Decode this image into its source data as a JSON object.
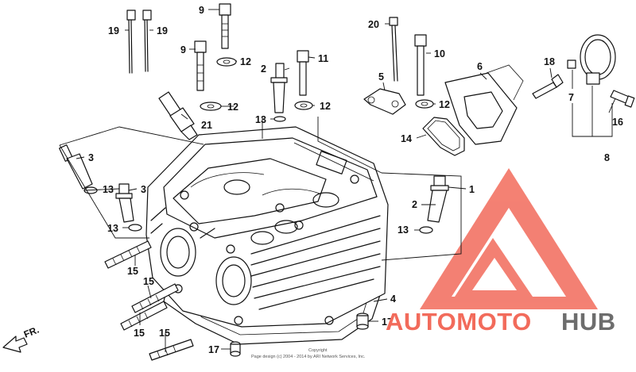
{
  "callouts": [
    {
      "id": "p19a",
      "label": "19"
    },
    {
      "id": "p19b",
      "label": "19"
    },
    {
      "id": "p9a",
      "label": "9"
    },
    {
      "id": "p9b",
      "label": "9"
    },
    {
      "id": "p20",
      "label": "20"
    },
    {
      "id": "p10",
      "label": "10"
    },
    {
      "id": "p12a",
      "label": "12"
    },
    {
      "id": "p2a",
      "label": "2"
    },
    {
      "id": "p11",
      "label": "11"
    },
    {
      "id": "p5",
      "label": "5"
    },
    {
      "id": "p6",
      "label": "6"
    },
    {
      "id": "p18",
      "label": "18"
    },
    {
      "id": "p7",
      "label": "7"
    },
    {
      "id": "p12b",
      "label": "12"
    },
    {
      "id": "p12c",
      "label": "12"
    },
    {
      "id": "p12d",
      "label": "12"
    },
    {
      "id": "p21",
      "label": "21"
    },
    {
      "id": "p13a",
      "label": "13"
    },
    {
      "id": "p14",
      "label": "14"
    },
    {
      "id": "p16",
      "label": "16"
    },
    {
      "id": "p8",
      "label": "8"
    },
    {
      "id": "p3a",
      "label": "3"
    },
    {
      "id": "p13b",
      "label": "13"
    },
    {
      "id": "p3b",
      "label": "3"
    },
    {
      "id": "p1",
      "label": "1"
    },
    {
      "id": "p2b",
      "label": "2"
    },
    {
      "id": "p13c",
      "label": "13"
    },
    {
      "id": "p13d",
      "label": "13"
    },
    {
      "id": "p15a",
      "label": "15"
    },
    {
      "id": "p15b",
      "label": "15"
    },
    {
      "id": "p15c",
      "label": "15"
    },
    {
      "id": "p15d",
      "label": "15"
    },
    {
      "id": "p4",
      "label": "4"
    },
    {
      "id": "p17a",
      "label": "17"
    },
    {
      "id": "p17b",
      "label": "17"
    }
  ],
  "front_marker": "FR.",
  "footer": {
    "line1": "Copyright",
    "line2": "Page design (c) 2004 - 2014 by ARI Network Services, Inc."
  },
  "watermark": {
    "part1": "AUTOMOTO",
    "part2": "HUB",
    "color_primary": "#f26b5b",
    "color_secondary": "#6d6d6d"
  }
}
